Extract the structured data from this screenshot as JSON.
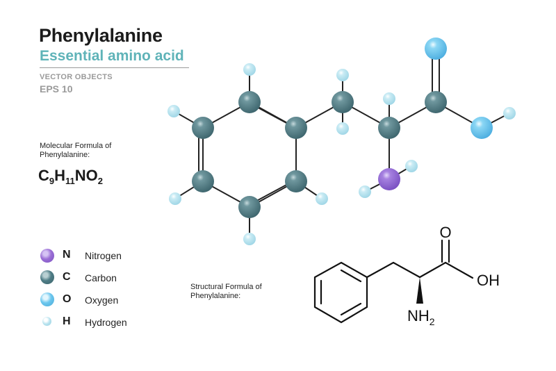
{
  "heading": {
    "title": "Phenylalanine",
    "subtitle": "Essential amino acid",
    "vector_note": "VECTOR OBJECTS",
    "format": "EPS 10"
  },
  "molecular_formula": {
    "label_line1": "Molecular Formula of",
    "label_line2": "Phenylalanine:",
    "parts": [
      {
        "el": "C",
        "n": "9"
      },
      {
        "el": "H",
        "n": "11"
      },
      {
        "el": "NO",
        "n": "2"
      }
    ]
  },
  "structural_formula": {
    "label_line1": "Structural  Formula of",
    "label_line2": "Phenylalanine:",
    "o_label": "O",
    "oh_label": "OH",
    "nh2_main": "NH",
    "nh2_sub": "2"
  },
  "legend": [
    {
      "symbol": "N",
      "name": "Nitrogen",
      "color": "#9b6fd6"
    },
    {
      "symbol": "C",
      "name": "Carbon",
      "color": "#4f7d86"
    },
    {
      "symbol": "O",
      "name": "Oxygen",
      "color": "#6cc7ee"
    },
    {
      "symbol": "H",
      "name": "Hydrogen",
      "color": "#b9e3ef"
    }
  ],
  "colors": {
    "nitrogen": "#9b6fd6",
    "carbon": "#4f7d86",
    "oxygen": "#6cc7ee",
    "hydrogen": "#b9e3ef",
    "bond": "#222222",
    "accent": "#5fb3b8"
  }
}
